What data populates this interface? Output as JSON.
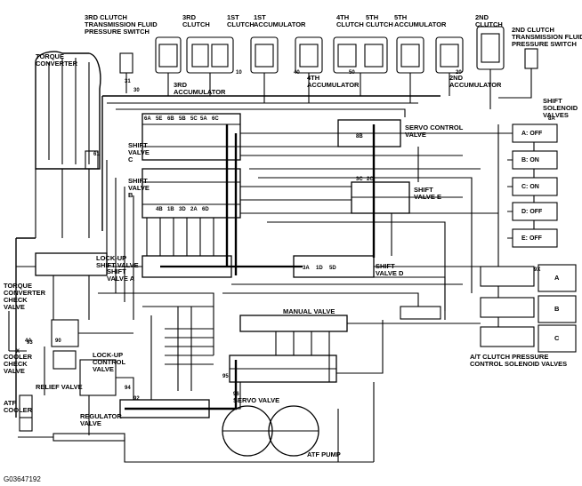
{
  "labels": {
    "clutch3_switch": "3RD CLUTCH\nTRANSMISSION FLUID\nPRESSURE SWITCH",
    "clutch3": "3RD\nCLUTCH",
    "clutch1": "1ST\nCLUTCH",
    "accum1": "1ST\nACCUMULATOR",
    "clutch4": "4TH\nCLUTCH",
    "clutch5": "5TH\nCLUTCH",
    "accum5": "5TH\nACCUMULATOR",
    "clutch2": "2ND\nCLUTCH",
    "clutch2_switch": "2ND CLUTCH\nTRANSMISSION FLUID\nPRESSURE SWITCH",
    "torque_converter": "TORQUE\nCONVERTER",
    "accum3": "3RD\nACCUMULATOR",
    "accum4": "4TH\nACCUMULATOR",
    "accum2": "2ND\nACCUMULATOR",
    "shift_solenoid_valves": "SHIFT\nSOLENOID\nVALVES",
    "servo_control_valve": "SERVO CONTROL\nVALVE",
    "shift_valve_c": "SHIFT\nVALVE\nC",
    "shift_valve_b": "SHIFT\nVALVE\nB",
    "shift_valve_e": "SHIFT\nVALVE E",
    "lockup_shift_valve": "LOCK-UP\nSHIFT VALVE",
    "shift_valve_a": "SHIFT\nVALVE A",
    "shift_valve_d": "SHIFT\nVALVE D",
    "tc_check_valve": "TORQUE\nCONVERTER\nCHECK\nVALVE",
    "manual_valve": "MANUAL VALVE",
    "cooler_check_valve": "COOLER\nCHECK\nVALVE",
    "lockup_control_valve": "LOCK-UP\nCONTROL\nVALVE",
    "relief_valve": "RELIEF VALVE",
    "atf_cooler": "ATF\nCOOLER",
    "regulator_valve": "REGULATOR\nVALVE",
    "servo_valve": "SERVO VALVE",
    "atf_pump": "ATF PUMP",
    "atclutch_solenoids": "A/T CLUTCH PRESSURE\nCONTROL SOLENOID VALVES",
    "figure_id": "G03647192"
  },
  "solenoids": [
    {
      "id": "A",
      "state": "A: OFF"
    },
    {
      "id": "B",
      "state": "B: ON"
    },
    {
      "id": "C",
      "state": "C: ON"
    },
    {
      "id": "D",
      "state": "D: OFF"
    },
    {
      "id": "E",
      "state": "E: OFF"
    }
  ],
  "pressure_controls": [
    "A",
    "B",
    "C"
  ],
  "port_codes": [
    "31",
    "30",
    "10",
    "40",
    "50",
    "20",
    "6A",
    "5E",
    "6B",
    "5B",
    "5C",
    "8A",
    "3C",
    "2C",
    "5A",
    "6C",
    "8B",
    "4B",
    "1B",
    "3D",
    "2A",
    "6D",
    "3A",
    "1D",
    "5D",
    "9X",
    "X",
    "4A",
    "90",
    "61",
    "93",
    "94",
    "92",
    "95",
    "96"
  ]
}
